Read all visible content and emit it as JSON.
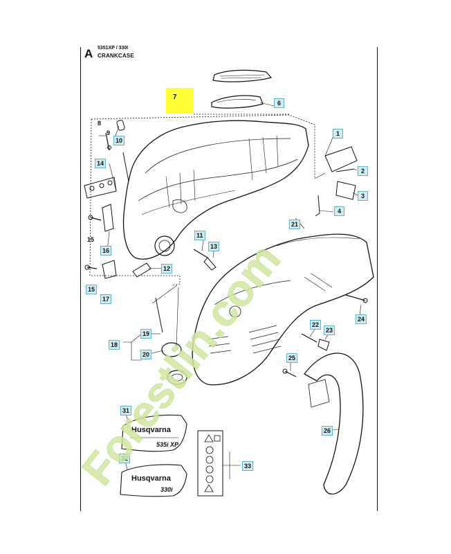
{
  "header": {
    "section_letter": "A",
    "code": "5351XP / 330I",
    "title": "CRANKCASE"
  },
  "highlight": {
    "label": "7",
    "color": "#ffff33"
  },
  "callouts": [
    {
      "id": "1",
      "label": "1"
    },
    {
      "id": "2",
      "label": "2"
    },
    {
      "id": "3",
      "label": "3"
    },
    {
      "id": "4",
      "label": "4"
    },
    {
      "id": "6",
      "label": "6"
    },
    {
      "id": "8",
      "label": "8"
    },
    {
      "id": "9",
      "label": "9"
    },
    {
      "id": "10",
      "label": "10"
    },
    {
      "id": "11",
      "label": "11"
    },
    {
      "id": "12",
      "label": "12"
    },
    {
      "id": "13",
      "label": "13"
    },
    {
      "id": "14",
      "label": "14"
    },
    {
      "id": "15a",
      "label": "15"
    },
    {
      "id": "15b",
      "label": "15"
    },
    {
      "id": "16",
      "label": "16"
    },
    {
      "id": "17",
      "label": "17"
    },
    {
      "id": "18",
      "label": "18"
    },
    {
      "id": "19",
      "label": "19"
    },
    {
      "id": "20",
      "label": "20"
    },
    {
      "id": "21",
      "label": "21"
    },
    {
      "id": "22",
      "label": "22"
    },
    {
      "id": "23",
      "label": "23"
    },
    {
      "id": "24",
      "label": "24"
    },
    {
      "id": "25",
      "label": "25"
    },
    {
      "id": "26",
      "label": "26"
    },
    {
      "id": "31",
      "label": "31"
    },
    {
      "id": "32",
      "label": "32"
    },
    {
      "id": "33",
      "label": "33"
    }
  ],
  "decals": {
    "decal_31": {
      "brand": "Husqvarna",
      "model": "535i XP"
    },
    "decal_32": {
      "brand": "Husqvarna",
      "model": "330i"
    }
  },
  "watermark": {
    "text": "Forestlin.com",
    "color": "#cfe6a0"
  },
  "colors": {
    "callout_bg": "#cfeef4",
    "callout_border": "#5fb4c9",
    "line": "#111111"
  }
}
